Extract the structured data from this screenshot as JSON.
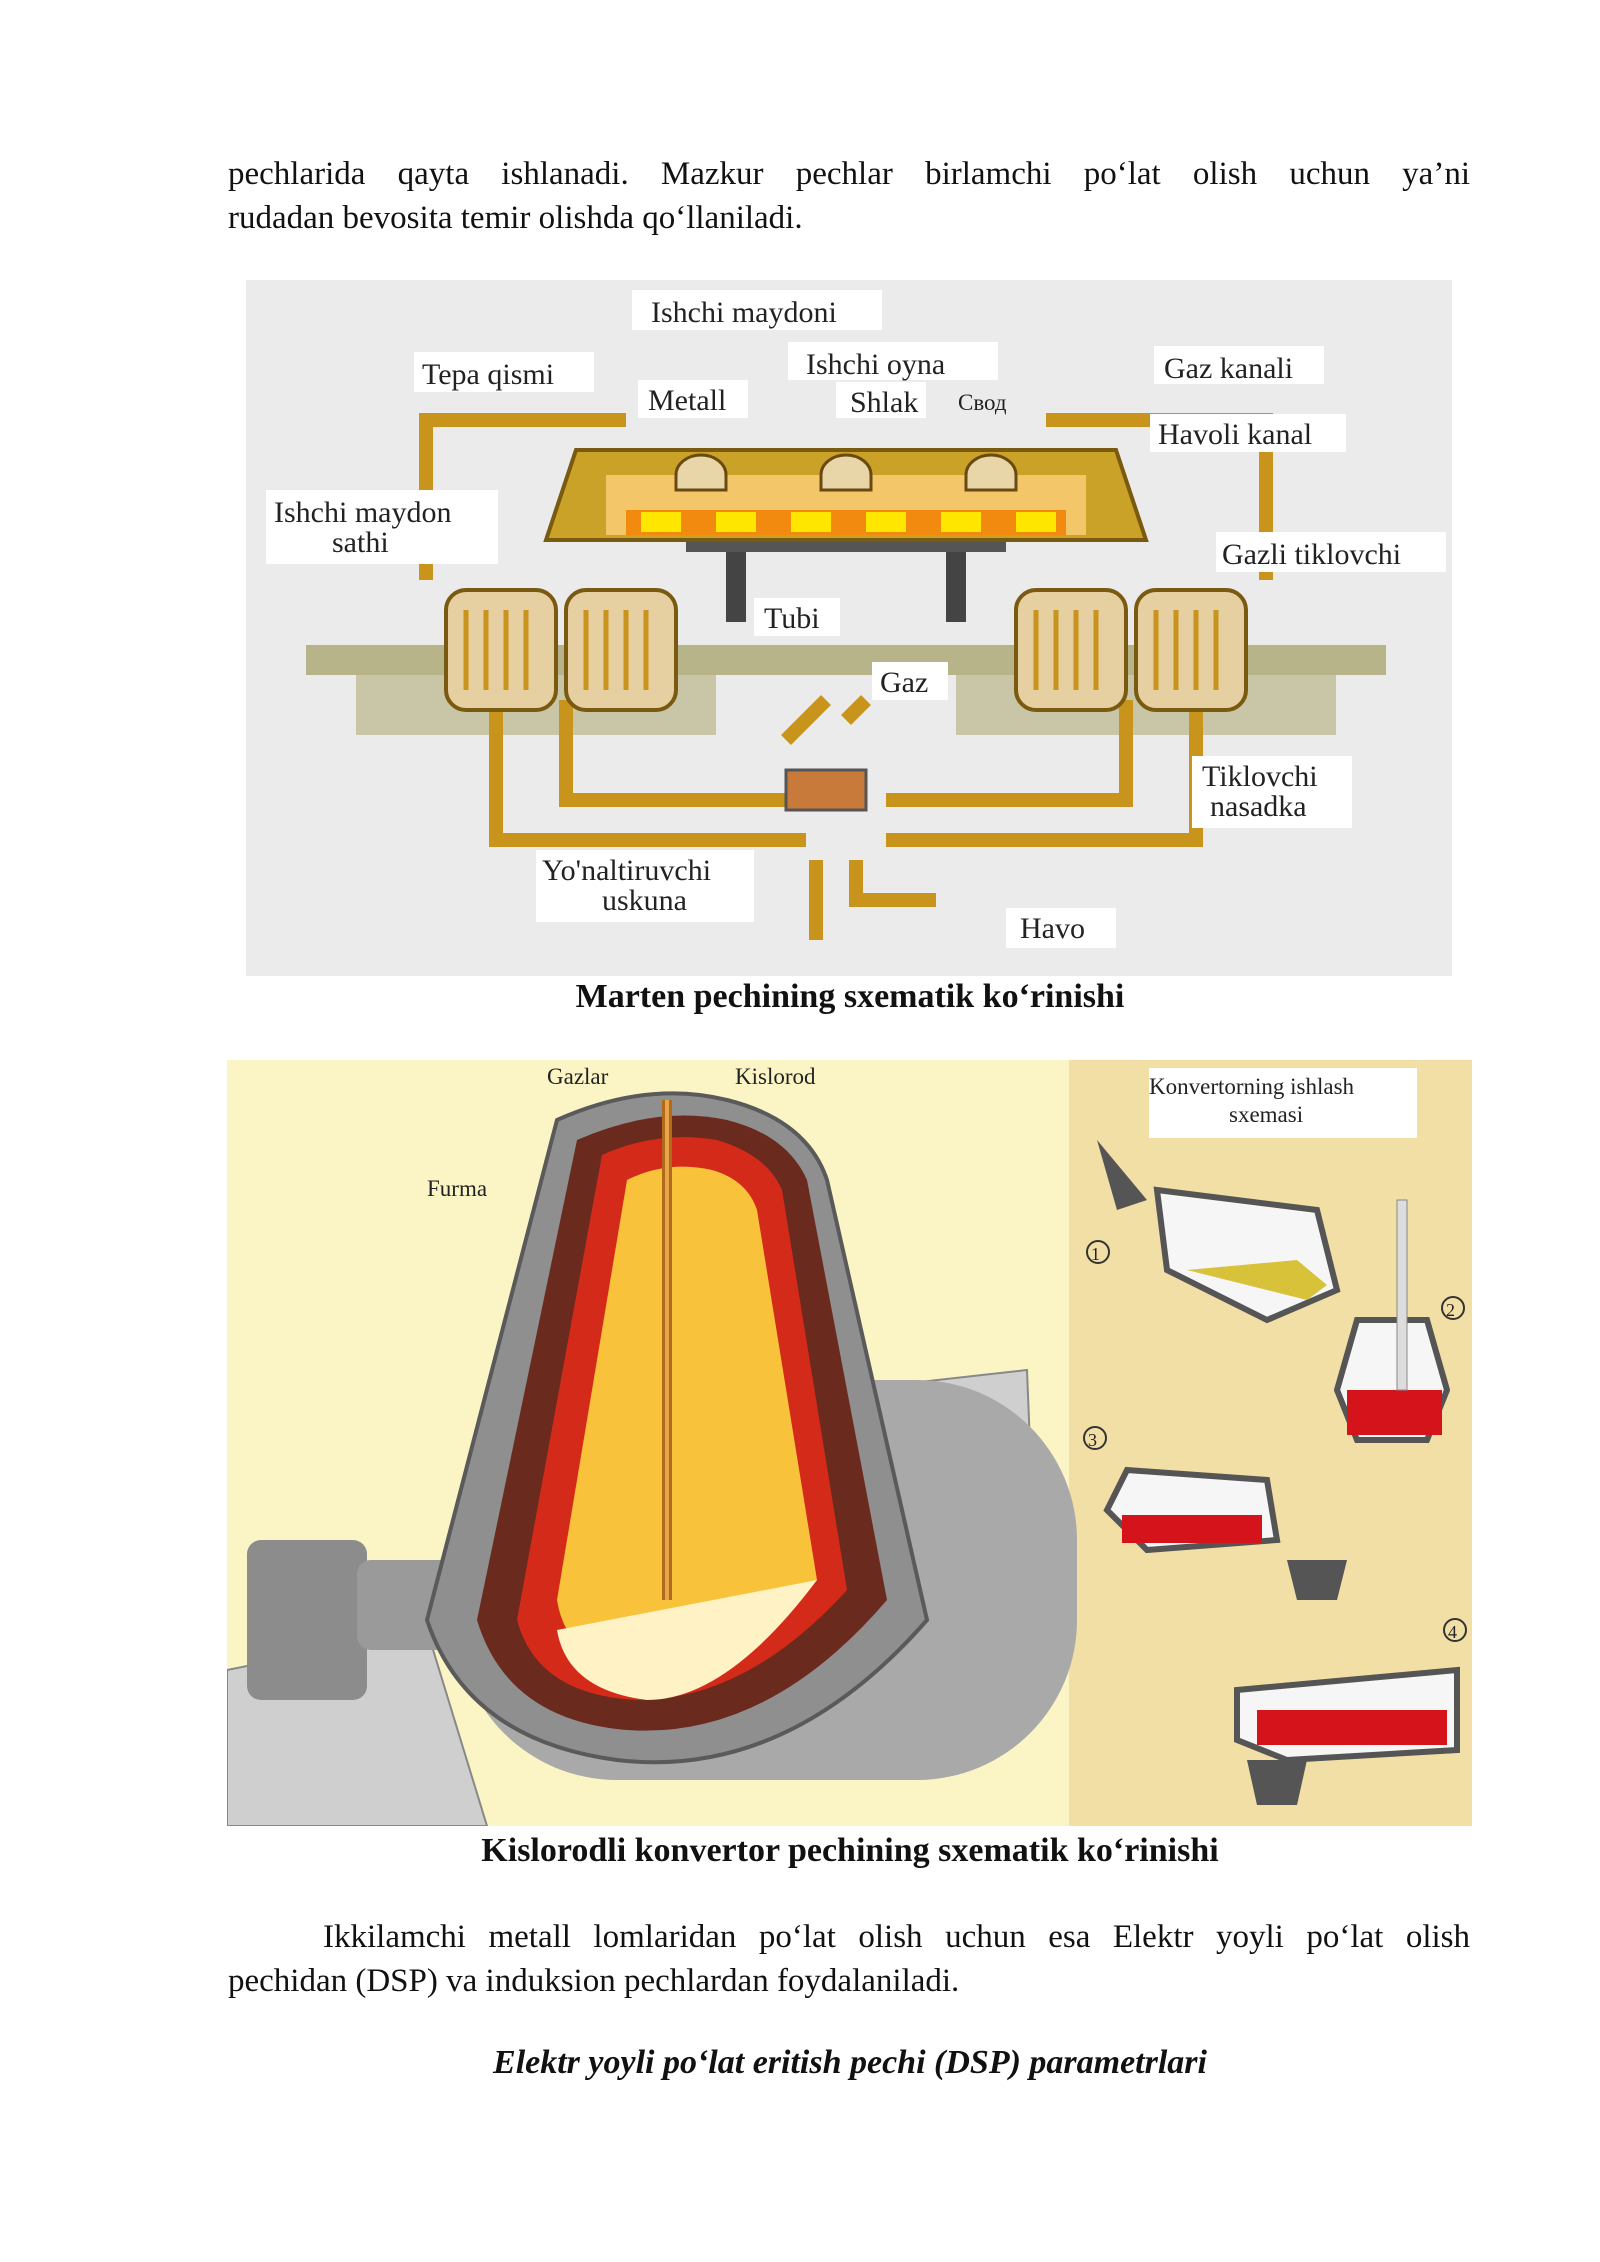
{
  "intro_paragraph": {
    "line1": "pechlarida qayta ishlanadi. Mazkur pechlar birlamchi po‘lat olish uchun ya’ni",
    "line2": "rudadan bevosita temir olishda qo‘llaniladi."
  },
  "figure_marten": {
    "caption": "Marten pechining sxematik ko‘rinishi",
    "labels": {
      "ishchi_maydoni": "Ishchi maydoni",
      "tepa_qismi": "Tepa qismi",
      "metall": "Metall",
      "ishchi_oyna": "Ishchi oyna",
      "shlak": "Shlak",
      "svod": "Свод",
      "gaz_kanali": "Gaz kanali",
      "havoli_kanal": "Havoli kanal",
      "ishchi_maydon_sathi_1": "Ishchi maydon",
      "ishchi_maydon_sathi_2": "sathi",
      "gazli_tiklovchi": "Gazli tiklovchi",
      "tubi": "Tubi",
      "gaz": "Gaz",
      "tiklovchi_nasadka_1": "Tiklovchi",
      "tiklovchi_nasadka_2": "nasadka",
      "yonaltiruvchi_1": "Yo'naltiruvchi",
      "yonaltiruvchi_2": "uskuna",
      "havo": "Havo"
    }
  },
  "figure_converter": {
    "caption": "Kislorodli konvertor pechining sxematik ko‘rinishi",
    "labels": {
      "gazlar": "Gazlar",
      "kislorod": "Kislorod",
      "furma": "Furma",
      "scheme_title_1": "Konvertorning ishlash",
      "scheme_title_2": "sxemasi",
      "step1": "1",
      "step2": "2",
      "step3": "3",
      "step4": "4"
    }
  },
  "body_paragraph": {
    "line1": "Ikkilamchi metall lomlaridan po‘lat olish uchun esa Elektr yoyli po‘lat olish",
    "line2": "pechidan (DSP) va induksion pechlardan foydalaniladi."
  },
  "section_heading": "Elektr yoyli po‘lat eritish pechi (DSP) parametrlari"
}
